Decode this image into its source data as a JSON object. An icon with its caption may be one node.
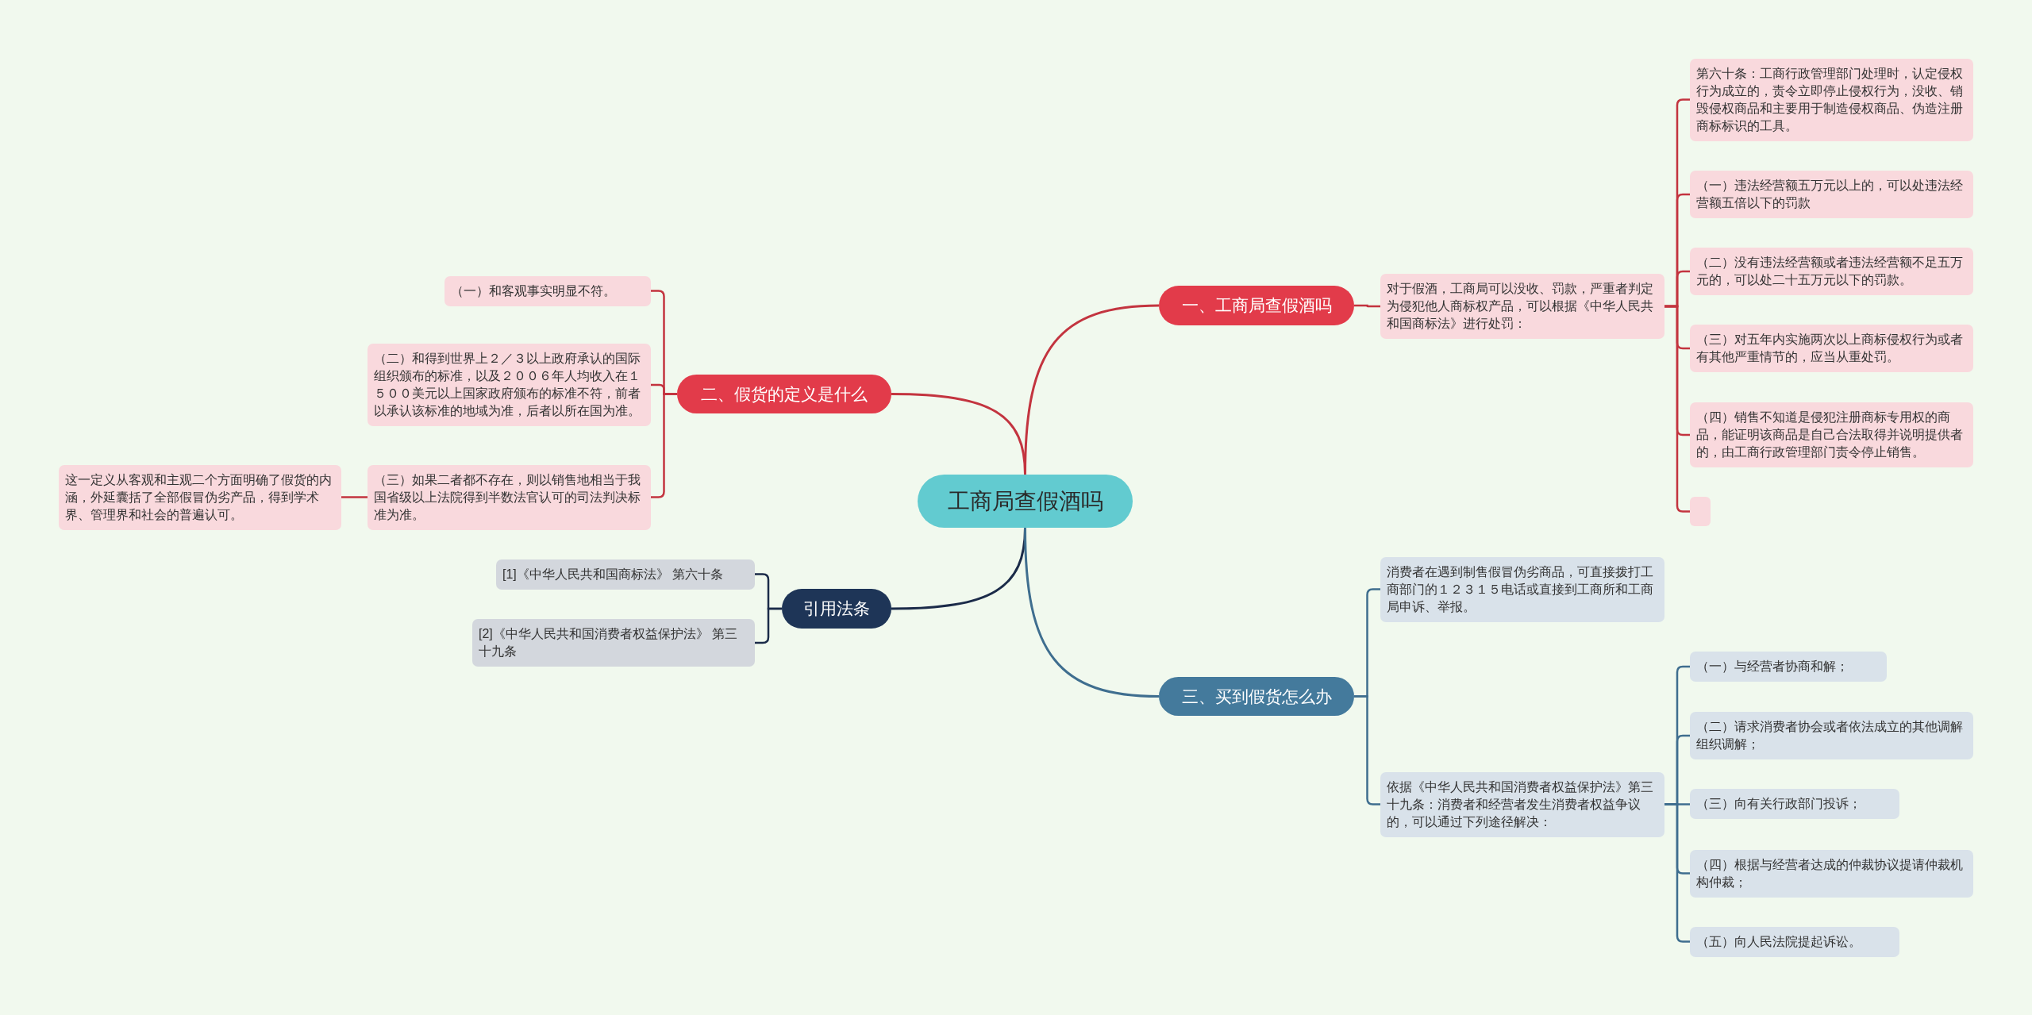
{
  "diagram": {
    "nodes": [
      {
        "text": [
          "工商局查假酒吗"
        ]
      },
      {
        "text": [
          "一、工商局查假酒吗"
        ]
      },
      {
        "text": [
          "对于假酒，工商局可以没收、罚款，严重者判定为侵犯他人商标权产品，可以根据《中华人民共和国商标法》进行处罚："
        ]
      },
      {
        "text": [
          "第六十条：工商行政管理部门处理时，认定侵权行为成立的，责令立即停止侵权行为，没收、销毁侵权商品和主要用于制造侵权商品、伪造注册商标标识的工具。"
        ]
      },
      {
        "text": [
          "（一）违法经营额五万元以上的，可以处违法经营额五倍以下的罚款"
        ]
      },
      {
        "text": [
          "（二）没有违法经营额或者违法经营额不足五万元的，可以处二十五万元以下的罚款。"
        ]
      },
      {
        "text": [
          "（三）对五年内实施两次以上商标侵权行为或者有其他严重情节的，应当从重处罚。"
        ]
      },
      {
        "text": [
          "（四）销售不知道是侵犯注册商标专用权的商品，能证明该商品是自己合法取得并说明提供者的，由工商行政管理部门责令停止销售。"
        ]
      },
      {
        "text": [],
        "shape": "box"
      },
      {
        "text": [
          "二、假货的定义是什么"
        ]
      },
      {
        "text": [
          "（一）和客观事实明显不符。"
        ]
      },
      {
        "text": [
          "（二）和得到世界上２／３以上政府承认的国际组织颁布的标准，以及２００６年人均收入在１５００美元以上国家政府颁布的标准不符，前者以承认该标准的地域为准，后者以所在国为准。"
        ]
      },
      {
        "text": [
          "（三）如果二者都不存在，则以销售地相当于我国省级以上法院得到半数法官认可的司法判决标准为准。"
        ]
      },
      {
        "text": [
          "这一定义从客观和主观二个方面明确了假货的内涵，外延囊括了全部假冒伪劣产品，得到学术界、管理界和社会的普遍认可。"
        ]
      },
      {
        "text": [
          "引用法条"
        ]
      },
      {
        "text": [
          "[1]《中华人民共和国商标法》 第六十条"
        ]
      },
      {
        "text": [
          "[2]《中华人民共和国消费者权益保护法》 第三十九条"
        ]
      },
      {
        "text": [
          "三、买到假货怎么办"
        ]
      },
      {
        "text": [
          "消费者在遇到制售假冒伪劣商品，可直接拨打工商部门的１２３１５电话或直接到工商所和工商局申诉、举报。"
        ]
      },
      {
        "text": [
          "依据《中华人民共和国消费者权益保护法》第三十九条：消费者和经营者发生消费者权益争议的，可以通过下列途径解决："
        ]
      },
      {
        "text": [
          "（一）与经营者协商和解；"
        ]
      },
      {
        "text": [
          "（二）请求消费者协会或者依法成立的其他调解组织调解；"
        ]
      },
      {
        "text": [
          "（三）向有关行政部门投诉；"
        ]
      },
      {
        "text": [
          "（四）根据与经营者达成的仲裁协议提请仲裁机构仲裁；"
        ]
      },
      {
        "text": [
          "（五）向人民法院提起诉讼。"
        ]
      }
    ],
    "edges": [
      {
        "from": 0,
        "to": 1,
        "arrow": "none"
      },
      {
        "from": 1,
        "to": 2,
        "arrow": "none"
      },
      {
        "from": 2,
        "to": 3,
        "arrow": "none"
      },
      {
        "from": 2,
        "to": 4,
        "arrow": "none"
      },
      {
        "from": 2,
        "to": 5,
        "arrow": "none"
      },
      {
        "from": 2,
        "to": 6,
        "arrow": "none"
      },
      {
        "from": 2,
        "to": 7,
        "arrow": "none"
      },
      {
        "from": 2,
        "to": 8,
        "arrow": "none"
      },
      {
        "from": 0,
        "to": 9,
        "arrow": "none"
      },
      {
        "from": 9,
        "to": 10,
        "arrow": "none"
      },
      {
        "from": 9,
        "to": 11,
        "arrow": "none"
      },
      {
        "from": 9,
        "to": 12,
        "arrow": "none"
      },
      {
        "from": 12,
        "to": 13,
        "arrow": "none"
      },
      {
        "from": 0,
        "to": 14,
        "arrow": "none",
        "color": "#1b2b49"
      },
      {
        "from": 14,
        "to": 15,
        "arrow": "none",
        "color": "#1b2b49"
      },
      {
        "from": 14,
        "to": 16,
        "arrow": "none",
        "color": "#1b2b49"
      },
      {
        "from": 0,
        "to": 17,
        "arrow": "none",
        "color": "#3f6e8f"
      },
      {
        "from": 17,
        "to": 18,
        "arrow": "none",
        "color": "#3f6e8f"
      },
      {
        "from": 17,
        "to": 19,
        "arrow": "none",
        "color": "#3f6e8f"
      },
      {
        "from": 19,
        "to": 20,
        "arrow": "none",
        "color": "#3f6e8f"
      },
      {
        "from": 19,
        "to": 21,
        "arrow": "none",
        "color": "#3f6e8f"
      },
      {
        "from": 19,
        "to": 22,
        "arrow": "none",
        "color": "#3f6e8f"
      },
      {
        "from": 19,
        "to": 23,
        "arrow": "none",
        "color": "#3f6e8f"
      },
      {
        "from": 19,
        "to": 24,
        "arrow": "none",
        "color": "#3f6e8f"
      }
    ]
  }
}
